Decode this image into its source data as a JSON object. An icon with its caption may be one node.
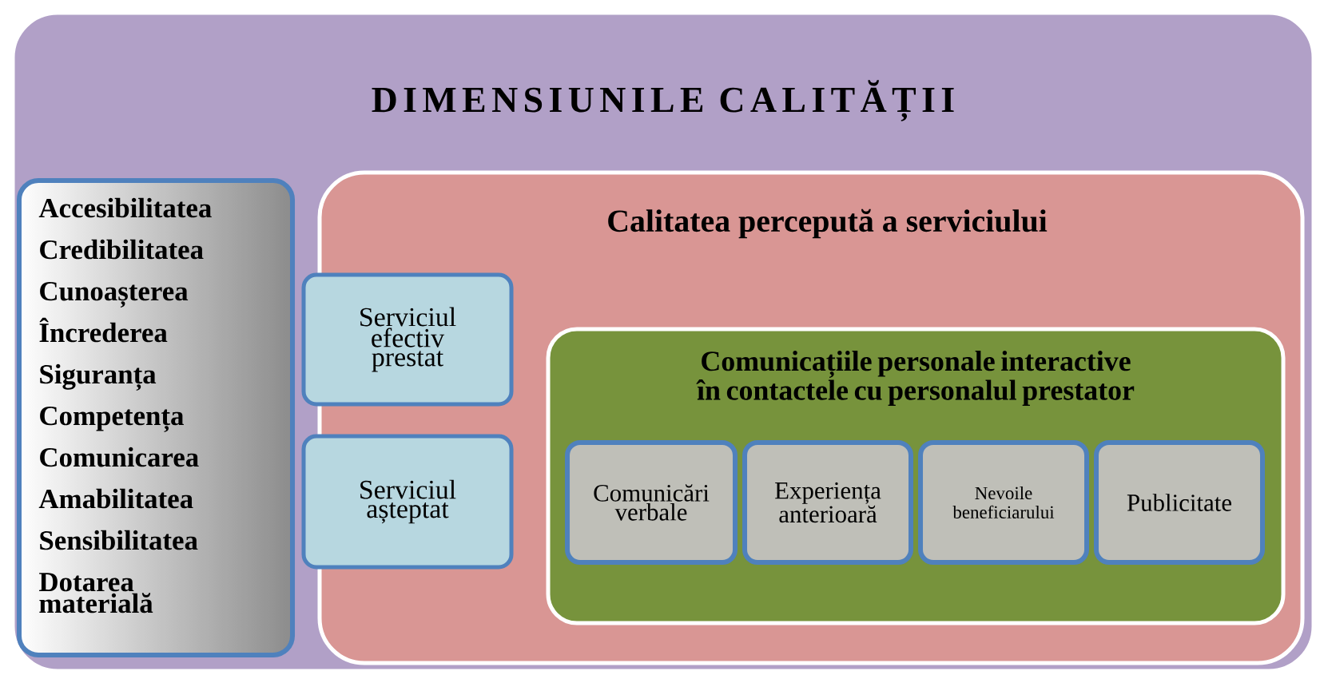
{
  "diagram": {
    "nodes": [
      {
        "text": [
          "DIMENSIUNILE CALITĂȚII"
        ]
      },
      {
        "text": [
          "Accesibilitatea",
          "Credibilitatea",
          "Cunoașterea",
          "Încrederea",
          "Siguranța",
          "Competența",
          "Comunicarea",
          "Amabilitatea",
          "Sensibilitatea",
          "Dotarea materială"
        ],
        "in": 0
      },
      {
        "text": [
          "Calitatea percepută a serviciului"
        ],
        "in": 0
      },
      {
        "text": [
          "Serviciul efectiv prestat"
        ],
        "in": 0
      },
      {
        "text": [
          "Serviciul așteptat"
        ],
        "in": 0
      },
      {
        "text": [
          "Comunicațiile personale interactive în contactele cu personalul prestator"
        ],
        "in": 2
      },
      {
        "text": [
          "Comunicări verbale"
        ],
        "in": 5
      },
      {
        "text": [
          "Experiența anterioară"
        ],
        "in": 5
      },
      {
        "text": [
          "Nevoile beneficiarului"
        ],
        "in": 5
      },
      {
        "text": [
          "Publicitate"
        ],
        "in": 5
      }
    ]
  }
}
